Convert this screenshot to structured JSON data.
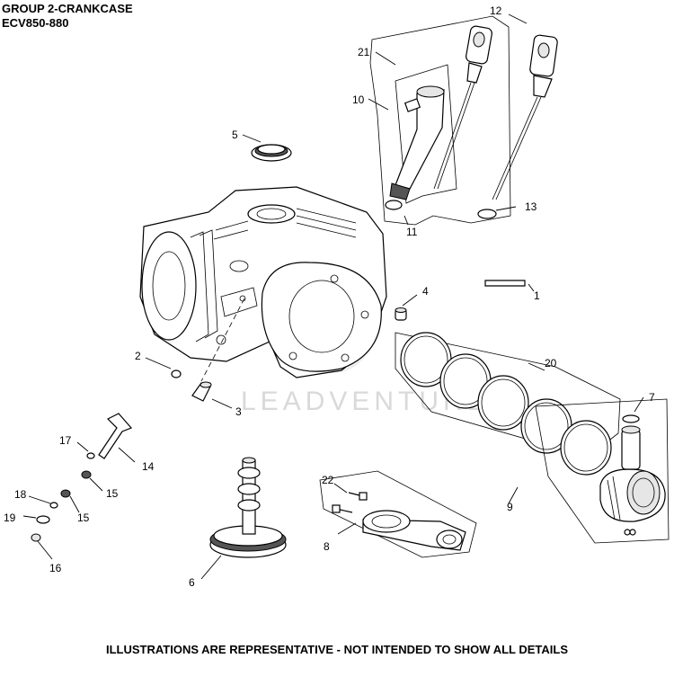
{
  "title": {
    "line1": "GROUP 2-CRANKCASE",
    "line2": "ECV850-880"
  },
  "footer": "ILLUSTRATIONS ARE REPRESENTATIVE - NOT INTENDED TO SHOW ALL DETAILS",
  "watermark": "LEADVENTURE",
  "callouts": {
    "c1": "1",
    "c2": "2",
    "c3": "3",
    "c4": "4",
    "c5": "5",
    "c6": "6",
    "c7": "7",
    "c8": "8",
    "c9": "9",
    "c10": "10",
    "c11": "11",
    "c12": "12",
    "c13": "13",
    "c14": "14",
    "c15a": "15",
    "c15b": "15",
    "c16": "16",
    "c17": "17",
    "c18": "18",
    "c19": "19",
    "c20": "20",
    "c21": "21",
    "c22": "22"
  }
}
